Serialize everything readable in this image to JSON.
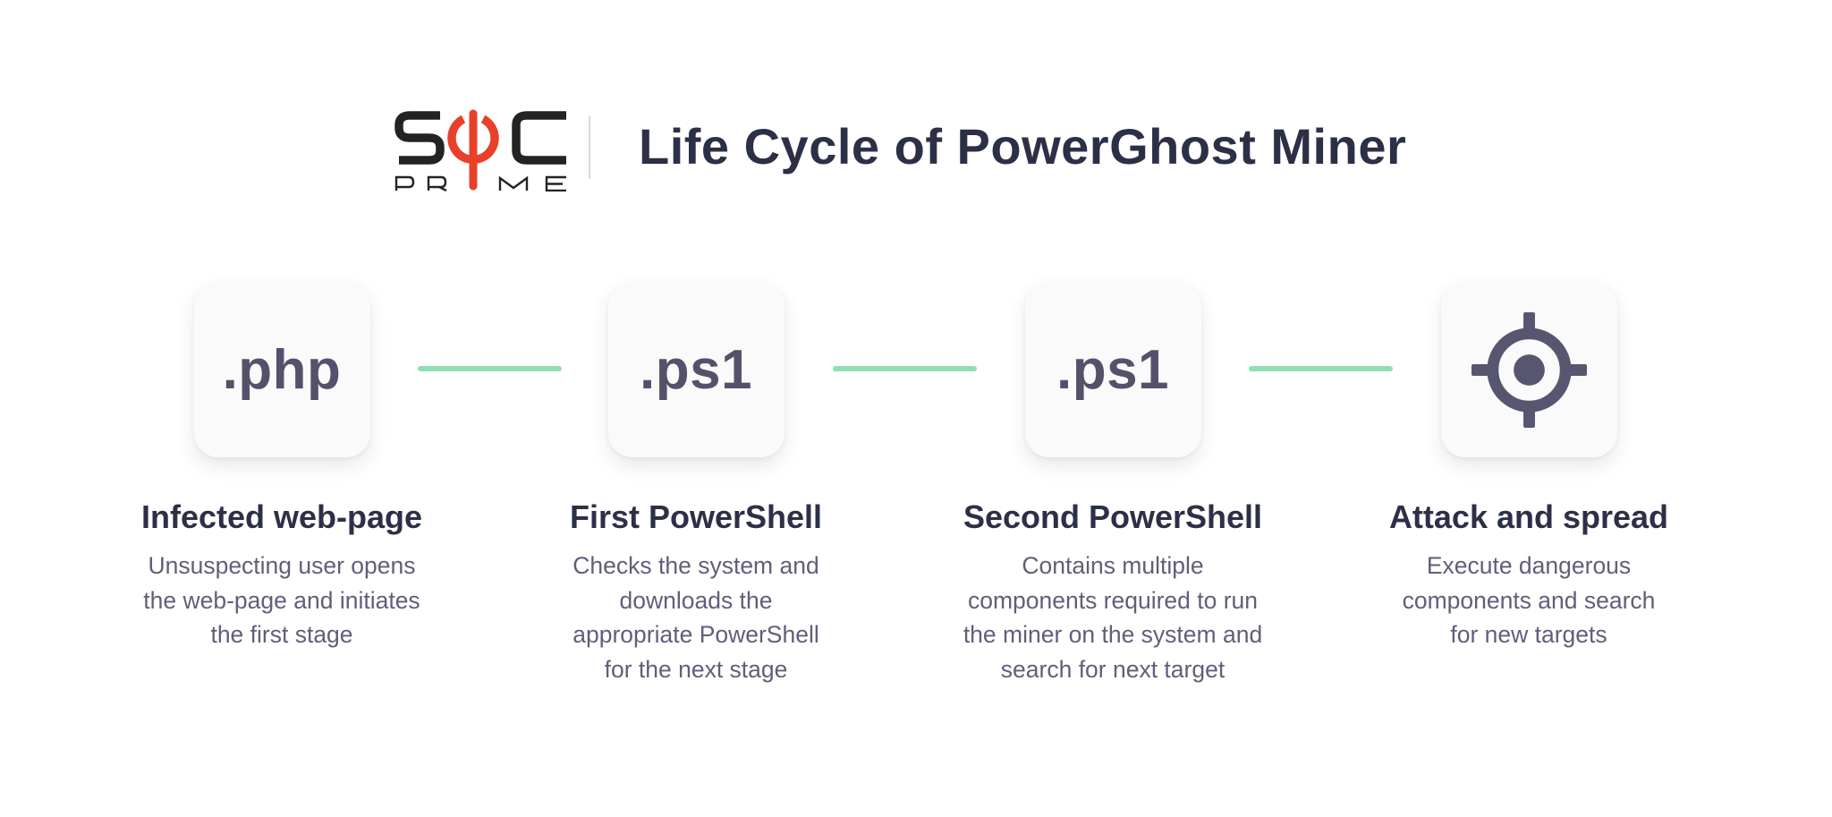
{
  "theme": {
    "title_color": "#2c3047",
    "heading_color": "#2c3047",
    "desc_color": "#605f7a",
    "badge_color": "#54526b",
    "icon_color": "#565670",
    "connector_green": "#8ee0b4",
    "card_bg": "#fafafa",
    "logo_red": "#e8402a",
    "logo_black": "#232323",
    "divider_color": "#d8d8d8"
  },
  "header": {
    "brand_top": "SOC",
    "brand_bottom": "PRIME",
    "title": "Life Cycle of PowerGhost Miner"
  },
  "flow": {
    "stages": [
      {
        "badge": ".php",
        "badge_type": "text",
        "title": "Infected web-page",
        "description": "Unsuspecting user opens\nthe web-page and initiates\nthe first stage"
      },
      {
        "badge": ".ps1",
        "badge_type": "text",
        "title": "First PowerShell",
        "description": "Checks the system and\ndownloads the\nappropriate PowerShell\nfor the next stage"
      },
      {
        "badge": ".ps1",
        "badge_type": "text",
        "title": "Second PowerShell",
        "description": "Contains multiple\ncomponents required to run\nthe miner on the system and\nsearch for next target"
      },
      {
        "badge": "",
        "badge_type": "icon",
        "icon": "crosshair-target-icon",
        "title": "Attack and spread",
        "description": "Execute dangerous\ncomponents and search\nfor new targets"
      }
    ]
  }
}
